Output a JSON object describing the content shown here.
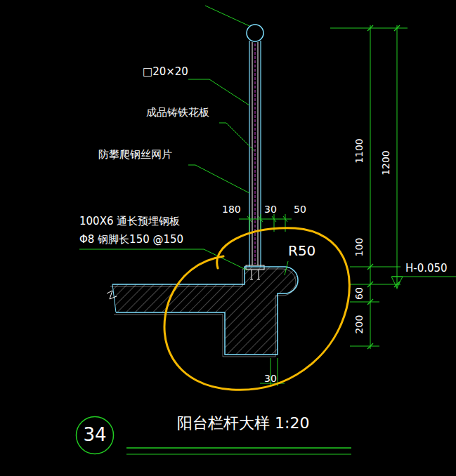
{
  "diagram": {
    "title": "阳台栏杆大样 1:20",
    "nodes": [
      {
        "text": [
          "34"
        ]
      }
    ],
    "labels": [
      "□20×20",
      "成品铸铁花板",
      "防攀爬钢丝网片",
      "100X6 通长预埋钢板",
      "Φ8 钢脚长150 @150",
      "180",
      "30",
      "50",
      "R50",
      "1100",
      "1200",
      "100",
      "60",
      "200",
      "H-0.050",
      "30"
    ]
  }
}
